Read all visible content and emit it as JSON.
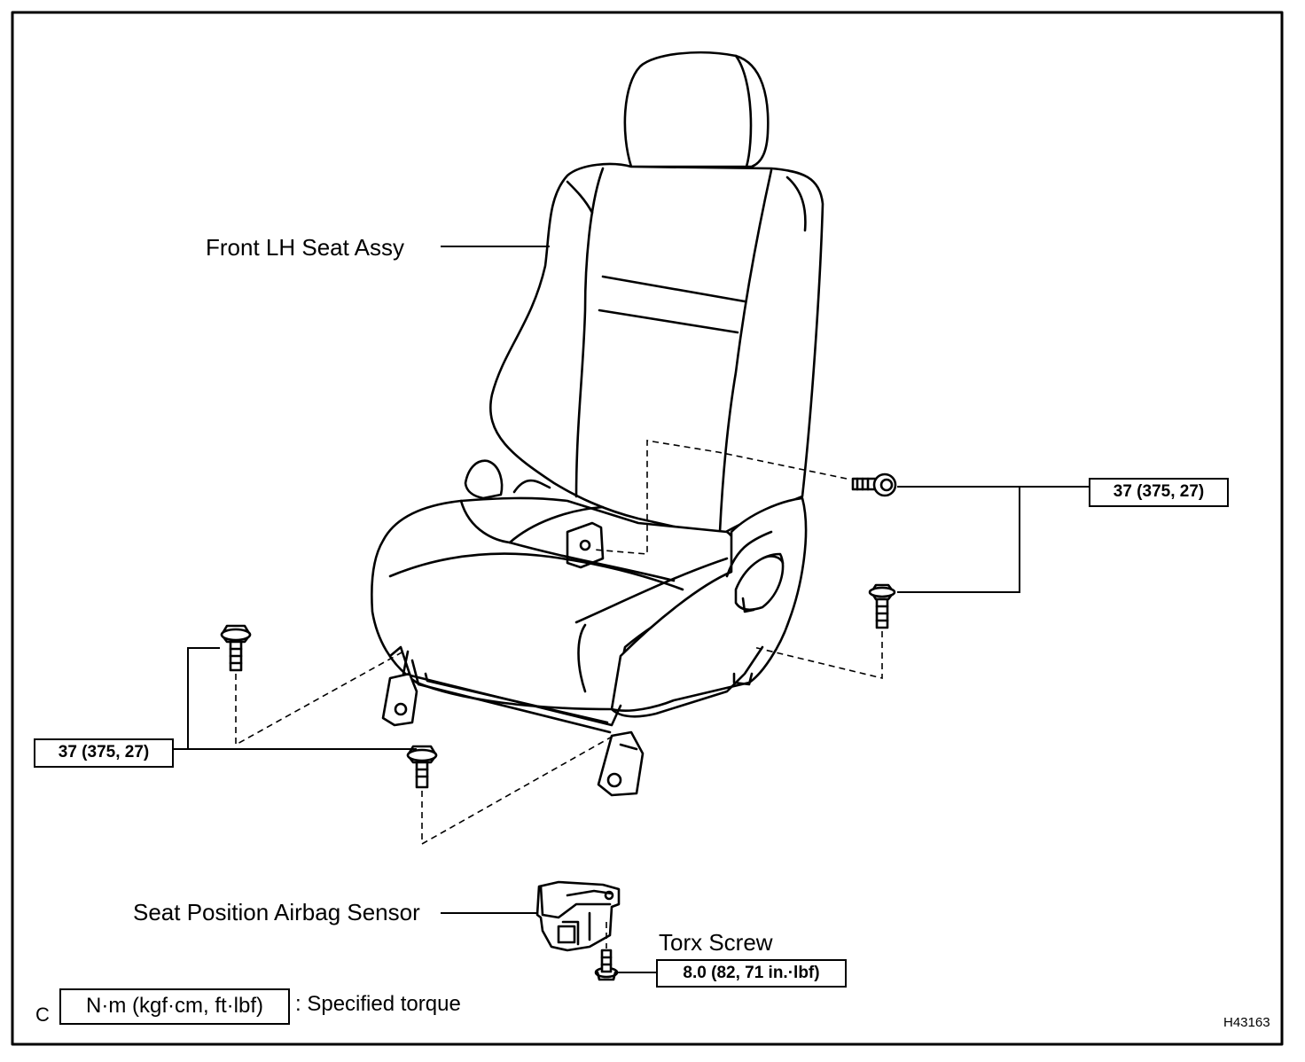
{
  "labels": {
    "seat": "Front LH Seat Assy",
    "sensor": "Seat Position Airbag Sensor",
    "screw": "Torx Screw"
  },
  "torques": {
    "right_bolts": "37 (375, 27)",
    "left_bolts": "37 (375, 27)",
    "torx_screw": "8.0 (82, 71 in.·lbf)"
  },
  "legend": {
    "letter": "C",
    "unit": "N·m (kgf·cm, ft·lbf)",
    "text": ": Specified torque"
  },
  "figure_code": "H43163"
}
